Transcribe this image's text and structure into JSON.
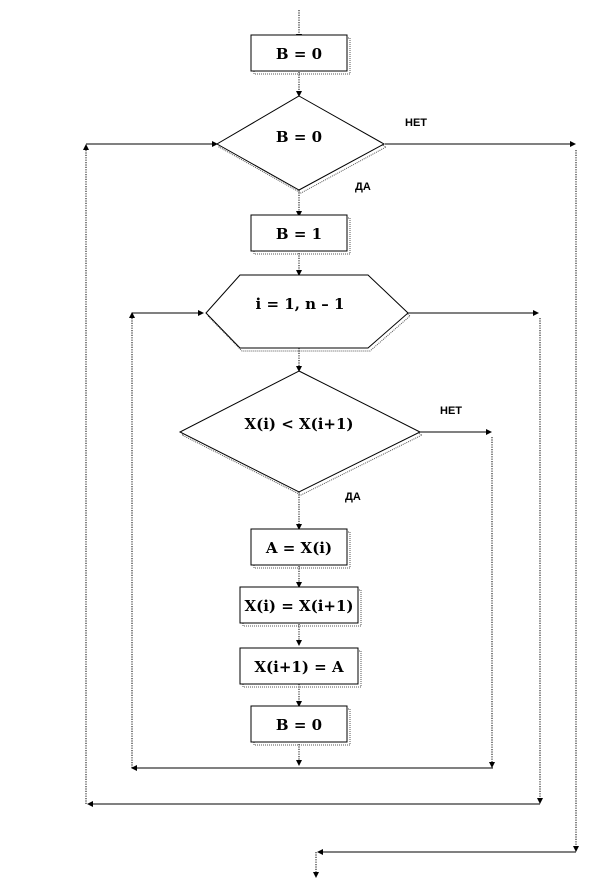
{
  "blocks": {
    "init_b": "B = 0",
    "outer_condition": "B = 0",
    "set_b": "B = 1",
    "loop_header": "i = 1, n – 1",
    "compare": "X(i) < X(i+1)",
    "swap_step1": "A = X(i)",
    "swap_step2": "X(i) = X(i+1)",
    "swap_step3": "X(i+1) = A",
    "reset_b": "B = 0"
  },
  "branches": {
    "outer_no": "НЕТ",
    "outer_yes": "ДА",
    "compare_no": "НЕТ",
    "compare_yes": "ДА"
  }
}
